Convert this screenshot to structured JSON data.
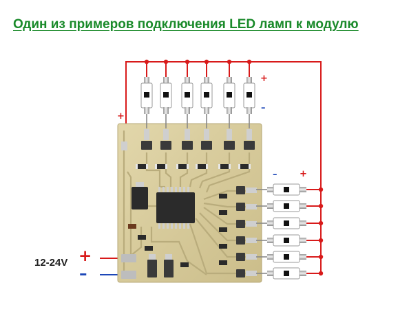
{
  "title": "Один из примеров подключения LED ламп к модулю",
  "input_label": "12-24V",
  "plus_sign": "+",
  "minus_sign": "–",
  "colors": {
    "title": "#1a8a2a",
    "positive_wire": "#d81a1a",
    "negative_wire": "#1c47b8",
    "pcb": "#d8cc9e",
    "led_body": "#ffffff",
    "led_cap": "#d6d6d6"
  },
  "led_lamps": {
    "top_row_count": 6,
    "right_column_count": 6
  }
}
